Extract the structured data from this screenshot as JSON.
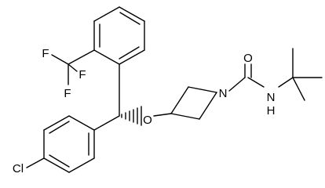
{
  "molecule": {
    "atoms": {
      "oxygen_carbonyl": "O",
      "nitrogen_amide": "N",
      "nitrogen_amide_h": "H",
      "nitrogen_ring": "N",
      "oxygen_ether": "O",
      "chlorine": "Cl",
      "fluorine_1": "F",
      "fluorine_2": "F",
      "fluorine_3": "F"
    }
  }
}
